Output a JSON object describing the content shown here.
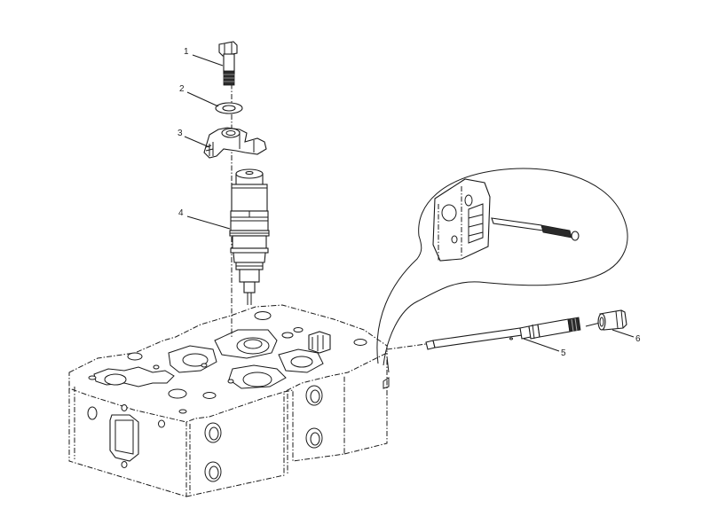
{
  "diagram": {
    "type": "exploded-parts-view",
    "subject": "fuel injector installation on cylinder head",
    "callouts": [
      {
        "id": "1",
        "label": "1",
        "part": "bolt"
      },
      {
        "id": "2",
        "label": "2",
        "part": "washer"
      },
      {
        "id": "3",
        "label": "3",
        "part": "hold-down clamp"
      },
      {
        "id": "4",
        "label": "4",
        "part": "injector"
      },
      {
        "id": "5",
        "label": "5",
        "part": "connector tube"
      },
      {
        "id": "6",
        "label": "6",
        "part": "nut"
      }
    ],
    "detail_inset": "circular detail view of connector tube entering cylinder head side",
    "colors": {
      "line": "#1a1a1a",
      "background": "#ffffff"
    }
  }
}
